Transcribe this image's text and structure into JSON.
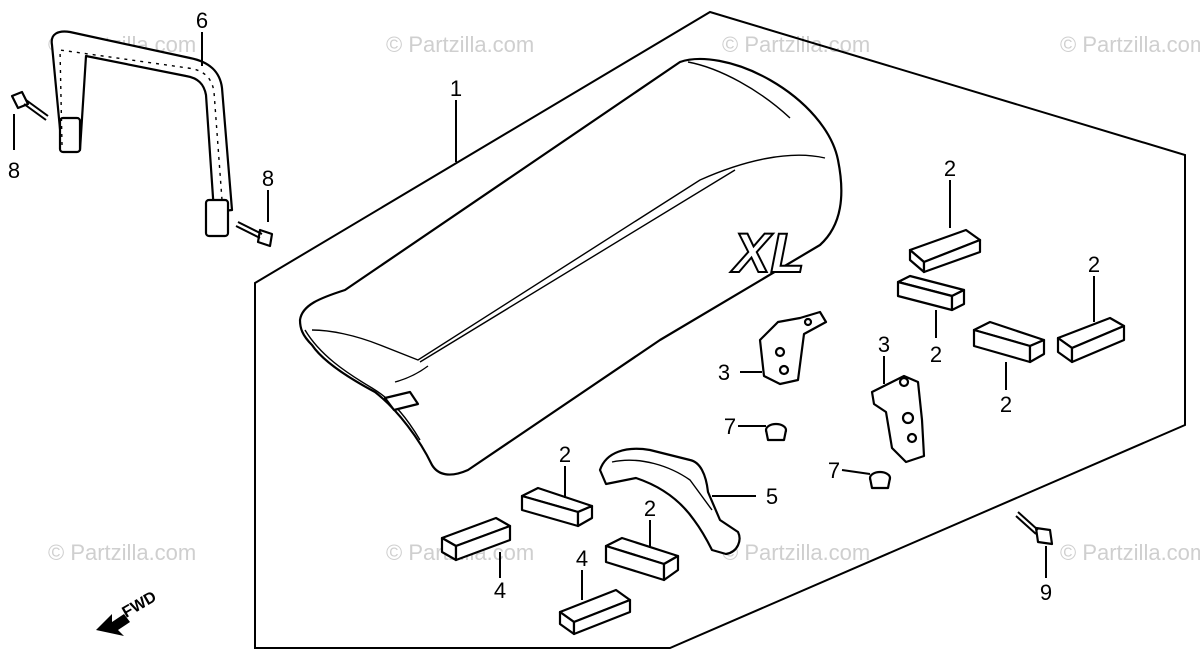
{
  "watermarks": [
    "© Partzilla.com",
    "© Partzilla.com",
    "© Partzilla.com",
    "© Partzilla.com",
    "© Partzilla.com",
    "© Partzilla.com",
    "© Partzilla.com",
    "© Partzilla.com"
  ],
  "seat_logo": "XL",
  "fwd_label": "FWD",
  "callouts": {
    "seat": "1",
    "rubber_a": "2",
    "rubber_b": "2",
    "rubber_c": "2",
    "rubber_d": "2",
    "rubber_e": "2",
    "rubber_f": "2",
    "bracket_left": "3",
    "bracket_right": "3",
    "rubber_g": "4",
    "rubber_h": "4",
    "band": "5",
    "strap": "6",
    "nut_a": "7",
    "nut_b": "7",
    "bolt_left": "8",
    "bolt_right": "8",
    "bolt_bottom": "9"
  }
}
